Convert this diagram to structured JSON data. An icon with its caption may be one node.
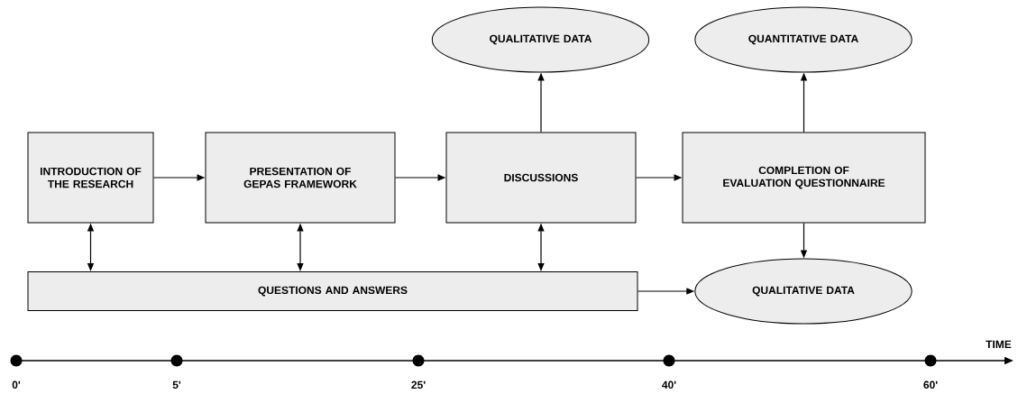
{
  "diagram": {
    "nodes": [
      {
        "text": [
          "INTRODUCTION OF THE RESEARCH"
        ]
      },
      {
        "text": [
          "PRESENTATION OF GEPAS FRAMEWORK"
        ]
      },
      {
        "text": [
          "DISCUSSIONS"
        ]
      },
      {
        "text": [
          "COMPLETION OF EVALUATION QUESTIONNAIRE"
        ]
      },
      {
        "text": [
          "QUESTIONS AND ANSWERS"
        ]
      },
      {
        "text": [
          "QUALITATIVE DATA"
        ]
      },
      {
        "text": [
          "QUANTITATIVE DATA"
        ]
      },
      {
        "text": [
          "QUALITATIVE DATA"
        ]
      }
    ],
    "edges": [
      {
        "from": 0,
        "to": 1,
        "arrow": "to"
      },
      {
        "from": 1,
        "to": 2,
        "arrow": "to"
      },
      {
        "from": 2,
        "to": 3,
        "arrow": "to"
      },
      {
        "from": 2,
        "to": 5,
        "arrow": "to"
      },
      {
        "from": 3,
        "to": 6,
        "arrow": "to"
      },
      {
        "from": 0,
        "to": 4,
        "arrow": "both"
      },
      {
        "from": 1,
        "to": 4,
        "arrow": "both"
      },
      {
        "from": 2,
        "to": 4,
        "arrow": "both"
      },
      {
        "from": 3,
        "to": 7,
        "arrow": "to"
      },
      {
        "from": 4,
        "to": 7,
        "arrow": "to"
      }
    ],
    "labels": [
      "TIME",
      "0'",
      "5'",
      "25'",
      "40'",
      "60'"
    ]
  }
}
